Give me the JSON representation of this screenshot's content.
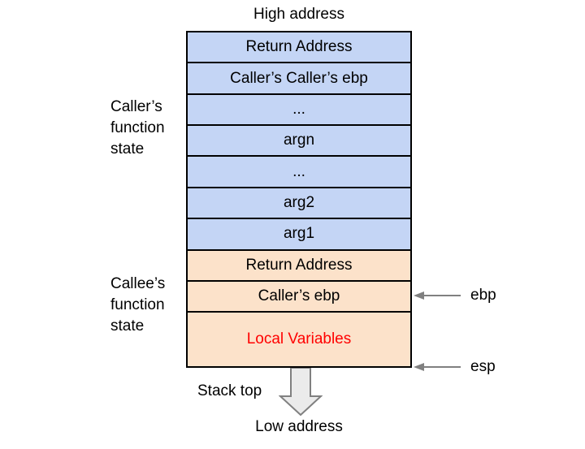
{
  "diagram": {
    "title_top": "High address",
    "title_bottom": "Low address",
    "stack_top_label": "Stack top",
    "colors": {
      "caller_frame_fill": "#c4d5f5",
      "callee_frame_fill": "#fce2ca",
      "border": "#000000",
      "local_variables_text": "#ff0000",
      "pointer_arrow": "#808080",
      "block_arrow_fill": "#ebebeb"
    },
    "groups": [
      {
        "name": "caller",
        "label_lines": [
          "Caller’s",
          "function",
          "state"
        ]
      },
      {
        "name": "callee",
        "label_lines": [
          "Callee’s",
          "function",
          "state"
        ]
      }
    ],
    "cells": [
      {
        "label": "Return Address",
        "frame": "caller"
      },
      {
        "label": "Caller’s Caller’s ebp",
        "frame": "caller"
      },
      {
        "label": "...",
        "frame": "caller"
      },
      {
        "label": "argn",
        "frame": "caller"
      },
      {
        "label": "...",
        "frame": "caller"
      },
      {
        "label": "arg2",
        "frame": "caller"
      },
      {
        "label": "arg1",
        "frame": "caller"
      },
      {
        "label": "Return Address",
        "frame": "callee"
      },
      {
        "label": "Caller’s ebp",
        "frame": "callee"
      },
      {
        "label": "Local Variables",
        "frame": "callee"
      }
    ],
    "pointers": [
      {
        "name": "ebp",
        "label": "ebp",
        "points_to": "Caller’s ebp"
      },
      {
        "name": "esp",
        "label": "esp",
        "points_to": "Stack top"
      }
    ]
  }
}
